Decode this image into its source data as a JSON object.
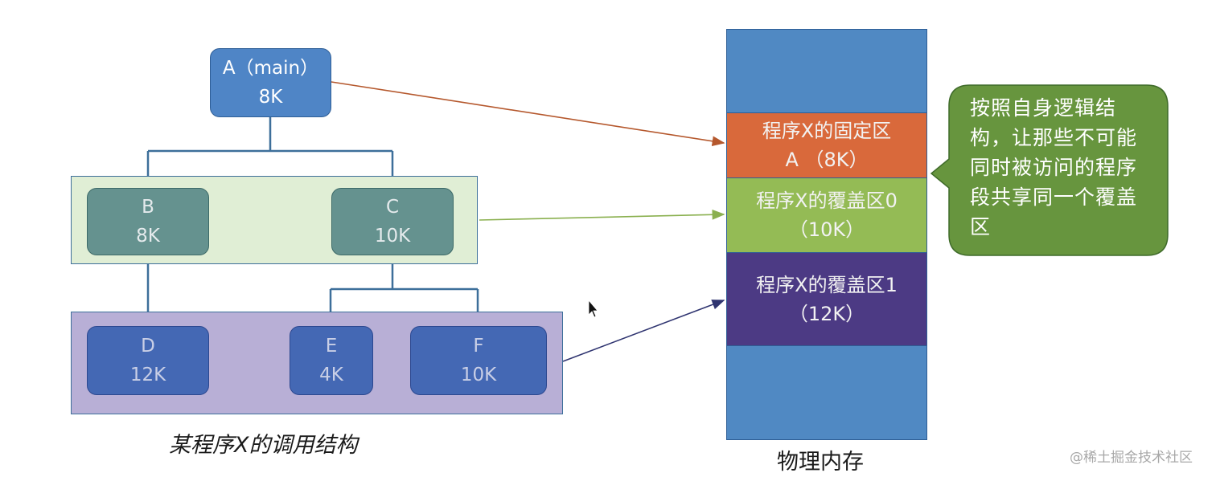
{
  "tree": {
    "A": {
      "name": "A（main）",
      "size": "8K"
    },
    "B": {
      "name": "B",
      "size": "8K"
    },
    "C": {
      "name": "C",
      "size": "10K"
    },
    "D": {
      "name": "D",
      "size": "12K"
    },
    "E": {
      "name": "E",
      "size": "4K"
    },
    "F": {
      "name": "F",
      "size": "10K"
    }
  },
  "caption_left": "某程序X的调用结构",
  "memory": {
    "fixed_label": "程序X的固定区",
    "fixed_size": "A （8K）",
    "overlay0_label": "程序X的覆盖区0",
    "overlay0_size": "（10K）",
    "overlay1_label": "程序X的覆盖区1",
    "overlay1_size": "（12K）",
    "caption": "物理内存"
  },
  "callout": "按照自身逻辑结构，让那些不可能同时被访问的程序段共享同一个覆盖区",
  "watermark": "@稀土掘金技术社区",
  "colors": {
    "node_top": "#4f85c6",
    "node_mid": "#65928f",
    "node_bottom": "#4468b4",
    "group_mid_bg": "#e0eed5",
    "group_bottom_bg": "#b8afd6",
    "memory_blue": "#5089c3",
    "memory_fixed": "#d9693b",
    "memory_overlay0": "#94bb55",
    "memory_overlay1": "#4c3a84",
    "callout_bg": "#67953e",
    "arrow_fixed": "#b5582d",
    "arrow_overlay0": "#8ab04f",
    "arrow_overlay1": "#2f3470"
  }
}
